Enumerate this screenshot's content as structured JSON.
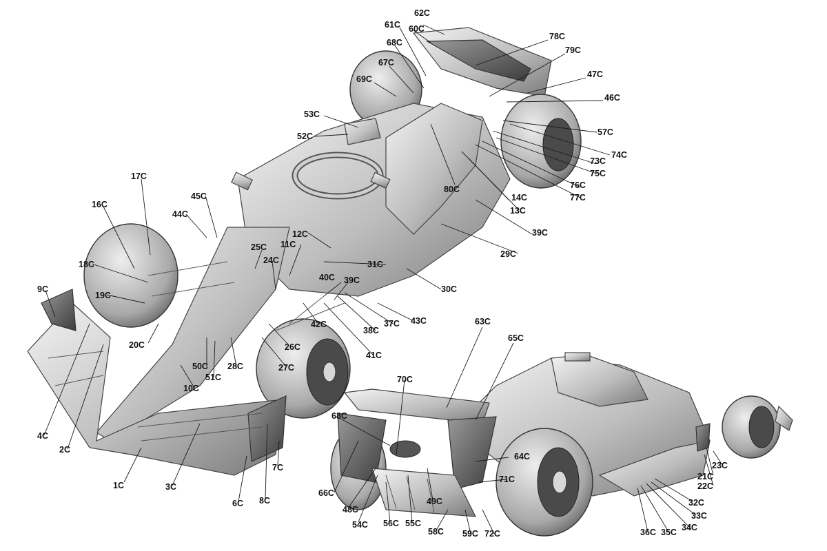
{
  "labels": {
    "l1": "1C",
    "l2": "2C",
    "l3": "3C",
    "l4": "4C",
    "l6": "6C",
    "l7": "7C",
    "l8": "8C",
    "l9": "9C",
    "l10": "10C",
    "l11": "11C",
    "l12": "12C",
    "l13": "13C",
    "l14": "14C",
    "l16": "16C",
    "l17": "17C",
    "l18": "18C",
    "l19": "19C",
    "l20": "20C",
    "l21": "21C",
    "l22": "22C",
    "l23": "23C",
    "l24": "24C",
    "l25": "25C",
    "l26": "26C",
    "l27": "27C",
    "l28": "28C",
    "l29": "29C",
    "l30": "30C",
    "l31": "31C",
    "l32": "32C",
    "l33": "33C",
    "l34": "34C",
    "l35": "35C",
    "l36": "36C",
    "l37": "37C",
    "l38": "38C",
    "l39a": "39C",
    "l39b": "39C",
    "l40": "40C",
    "l41": "41C",
    "l42": "42C",
    "l43": "43C",
    "l44": "44C",
    "l45": "45C",
    "l46": "46C",
    "l47": "47C",
    "l48": "48C",
    "l49": "49C",
    "l50": "50C",
    "l51": "51C",
    "l52": "52C",
    "l53": "53C",
    "l54": "54C",
    "l55": "55C",
    "l56": "56C",
    "l57": "57C",
    "l58": "58C",
    "l59": "59C",
    "l60": "60C",
    "l61": "61C",
    "l62": "62C",
    "l63": "63C",
    "l64": "64C",
    "l65": "65C",
    "l66": "66C",
    "l67": "67C",
    "l68a": "68C",
    "l68b": "68C",
    "l69": "69C",
    "l70": "70C",
    "l71": "71C",
    "l72": "72C",
    "l73": "73C",
    "l74": "74C",
    "l75": "75C",
    "l76": "76C",
    "l77": "77C",
    "l78": "78C",
    "l79": "79C",
    "l80": "80C"
  }
}
